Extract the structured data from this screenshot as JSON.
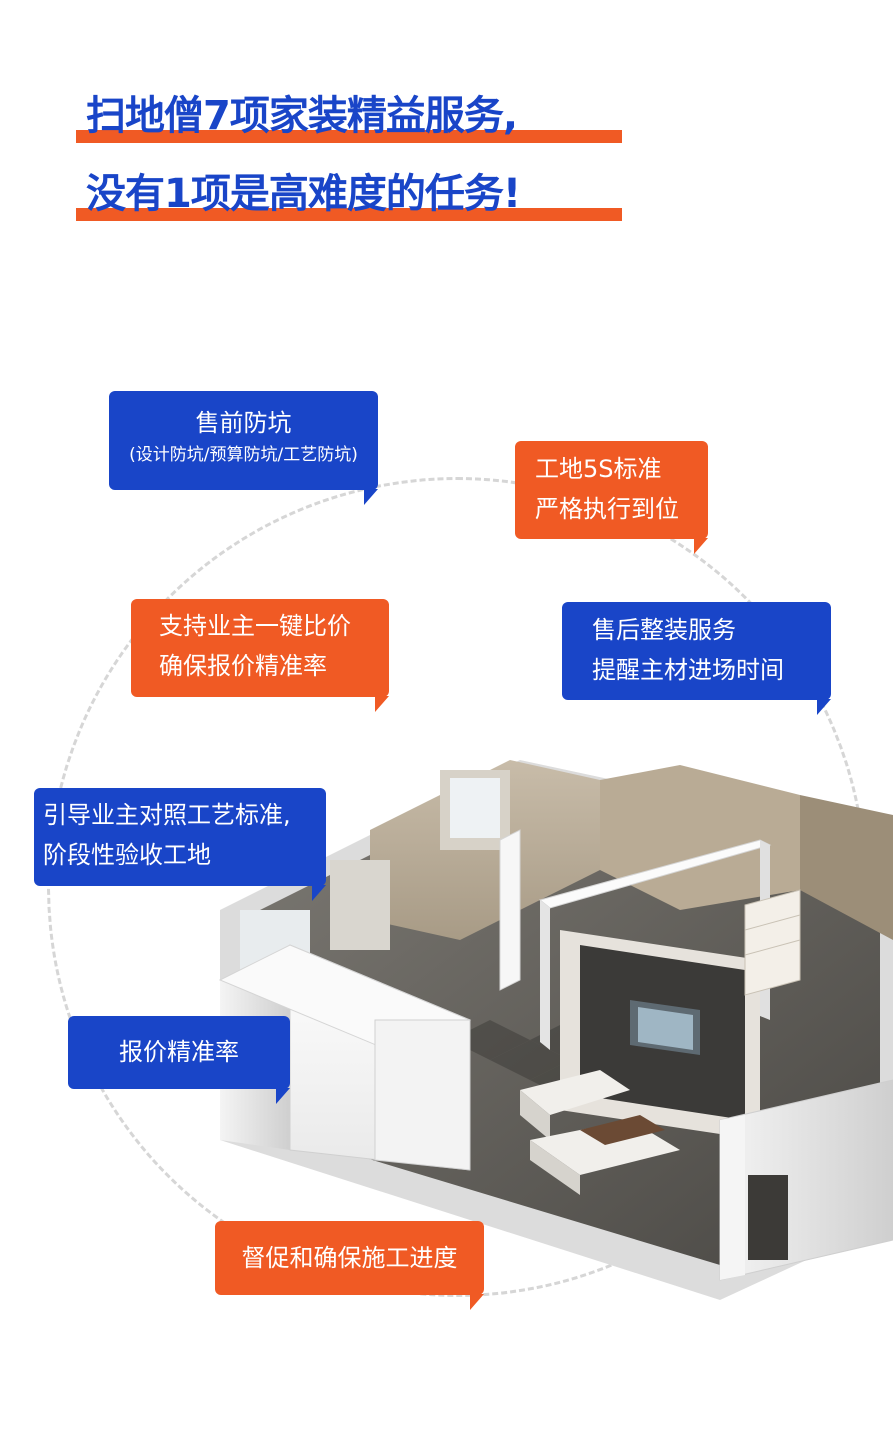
{
  "headline": {
    "line1": "扫地僧7项家装精益服务,",
    "line2": "没有1项是高难度的任务!"
  },
  "callouts": {
    "presale": {
      "title": "售前防坑",
      "subtitle": "(设计防坑/预算防坑/工艺防坑)"
    },
    "site5s": {
      "line1": "工地5S标准",
      "line2": "严格执行到位"
    },
    "support_compare": {
      "line1": "支持业主一键比价",
      "line2": "确保报价精准率"
    },
    "aftersale": {
      "line1": "售后整装服务",
      "line2": "提醒主材进场时间"
    },
    "guide": {
      "line1": "引导业主对照工艺标准,",
      "line2": "阶段性验收工地"
    },
    "quote_accuracy": {
      "line1": "报价精准率"
    },
    "progress": {
      "line1": "督促和确保施工进度"
    }
  },
  "colors": {
    "blue": "#1945c8",
    "orange": "#f05a24",
    "headline_text": "#1945c8",
    "headline_bar": "#f05a24",
    "ring": "#d6d6d6"
  },
  "icons": {
    "illustration": "apartment-3d-floorplan"
  }
}
